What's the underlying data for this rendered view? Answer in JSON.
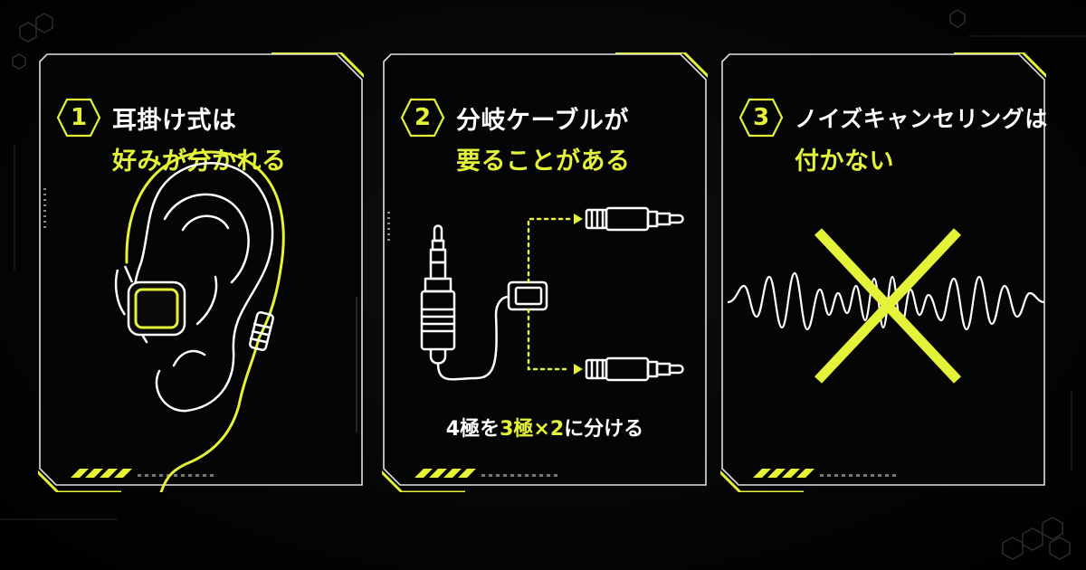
{
  "accent_color": "#e4f23a",
  "background_color": "#000000",
  "panels": [
    {
      "number": "1",
      "title_line1": "耳掛け式は",
      "title_line2": "好みが分かれる",
      "illustration": "ear-hook-earphone-icon"
    },
    {
      "number": "2",
      "title_line1": "分岐ケーブルが",
      "title_line2": "要ることがある",
      "illustration": "splitter-cable-icon",
      "caption": {
        "part1": "4極を",
        "part2": "3極×2",
        "part3": "に分ける"
      }
    },
    {
      "number": "3",
      "title_line1": "ノイズキャンセリングは",
      "title_line2": "付かない",
      "illustration": "crossed-sound-wave-icon"
    }
  ]
}
